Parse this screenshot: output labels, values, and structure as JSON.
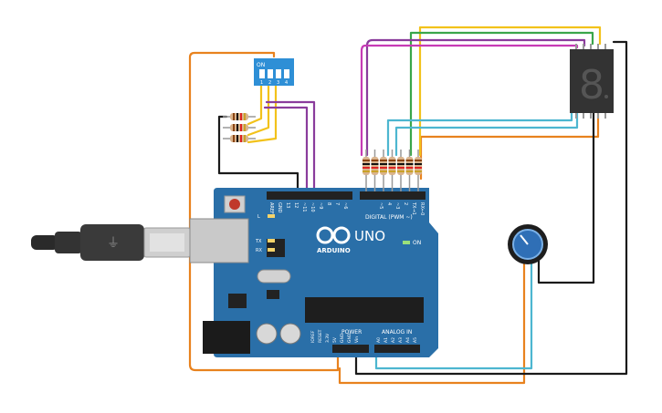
{
  "colors": {
    "board": "#2a6fa8",
    "board_dark": "#1f5a8b",
    "header": "#222222",
    "usb_cable": "#3a3a3a",
    "usb_plug": "#c8c8c8",
    "dip_body": "#2e8fd6",
    "resistor_body": "#d9b38c",
    "seg_body": "#333333",
    "seg_off": "#4a4a4a",
    "pot_base": "#222222",
    "pot_knob": "#2f6fb6",
    "wire_orange": "#e8821e",
    "wire_yellow": "#f2c21b",
    "wire_purple": "#8a3c9c",
    "wire_magenta": "#c63bb5",
    "wire_green": "#3aa64a",
    "wire_cyan": "#4db6d0",
    "wire_black": "#1a1a1a",
    "wire_gray": "#555555"
  },
  "board": {
    "brand": "ARDUINO",
    "model": "UNO",
    "on_label": "ON",
    "digital_label": "DIGITAL (PWM ~)",
    "analog_label": "ANALOG IN",
    "power_label": "POWER",
    "led_labels": [
      "L",
      "TX",
      "RX"
    ],
    "top_pins": [
      "AREF",
      "GND",
      "13",
      "12",
      "~11",
      "~10",
      "~9",
      "8",
      "7",
      "~6",
      "~5",
      "4",
      "~3",
      "2",
      "TX→1",
      "RX←0"
    ],
    "power_pins": [
      "IOREF",
      "RESET",
      "3.3V",
      "5V",
      "GND",
      "GND",
      "Vin"
    ],
    "analog_pins": [
      "A0",
      "A1",
      "A2",
      "A3",
      "A4",
      "A5"
    ]
  },
  "dip_switch": {
    "on_label": "ON",
    "numbers": [
      "1",
      "2",
      "3",
      "4"
    ]
  },
  "resistors": {
    "left_bank_count": 3,
    "right_bank_count": 7
  },
  "seven_segment": {
    "digit": "8"
  }
}
